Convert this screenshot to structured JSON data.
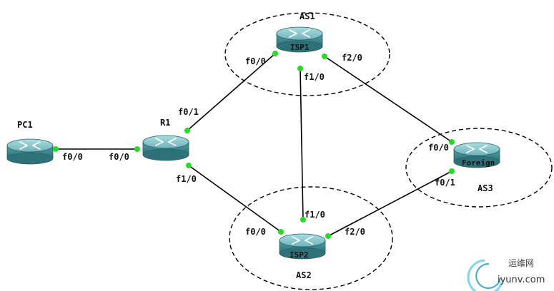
{
  "devices": {
    "pc1": "PC1",
    "r1": "R1",
    "isp1": "ISP1",
    "isp2": "ISP2",
    "foreign": "Foreign"
  },
  "as_labels": {
    "as1": "AS1",
    "as2": "AS2",
    "as3": "AS3"
  },
  "interfaces": {
    "pc1_f00": "f0/0",
    "r1_f00": "f0/0",
    "r1_f01": "f0/1",
    "r1_f10": "f1/0",
    "isp1_f00": "f0/0",
    "isp1_f10": "f1/0",
    "isp1_f20": "f2/0",
    "isp2_f00": "f0/0",
    "isp2_f10": "f1/0",
    "isp2_f20": "f2/0",
    "foreign_f00": "f0/0",
    "foreign_f01": "f0/1"
  },
  "watermark": {
    "cn": "运维网",
    "en": "iyunv.com"
  },
  "colors": {
    "router_body": "#3f8d95",
    "router_top": "#7fc4c9",
    "link": "#000000",
    "port_dot": "#22dd22",
    "as_boundary": "#000000"
  }
}
